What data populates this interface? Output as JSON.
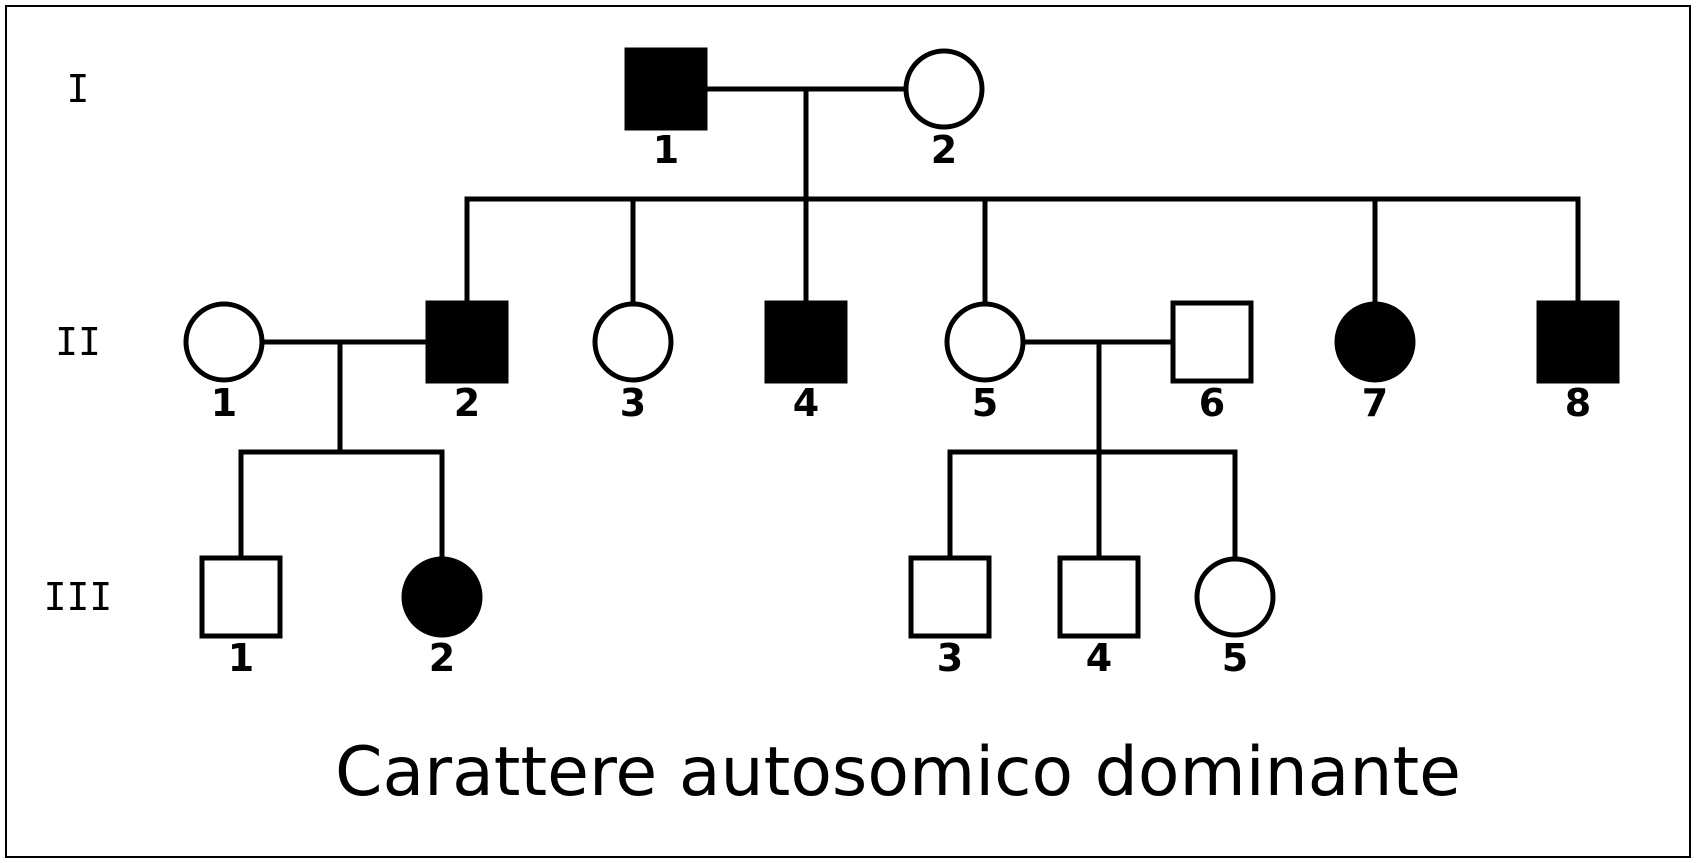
{
  "title": "Carattere autosomico dominante",
  "colors": {
    "affected": "#000000",
    "unaffected": "#ffffff",
    "stroke": "#000000"
  },
  "generations": [
    {
      "label": "I",
      "individuals": [
        {
          "id": "I-1",
          "label": "1",
          "sex": "male",
          "affected": true
        },
        {
          "id": "I-2",
          "label": "2",
          "sex": "female",
          "affected": false
        }
      ]
    },
    {
      "label": "II",
      "individuals": [
        {
          "id": "II-1",
          "label": "1",
          "sex": "female",
          "affected": false
        },
        {
          "id": "II-2",
          "label": "2",
          "sex": "male",
          "affected": true
        },
        {
          "id": "II-3",
          "label": "3",
          "sex": "female",
          "affected": false
        },
        {
          "id": "II-4",
          "label": "4",
          "sex": "male",
          "affected": true
        },
        {
          "id": "II-5",
          "label": "5",
          "sex": "female",
          "affected": false
        },
        {
          "id": "II-6",
          "label": "6",
          "sex": "male",
          "affected": false
        },
        {
          "id": "II-7",
          "label": "7",
          "sex": "female",
          "affected": true
        },
        {
          "id": "II-8",
          "label": "8",
          "sex": "male",
          "affected": true
        }
      ]
    },
    {
      "label": "III",
      "individuals": [
        {
          "id": "III-1",
          "label": "1",
          "sex": "male",
          "affected": false
        },
        {
          "id": "III-2",
          "label": "2",
          "sex": "female",
          "affected": true
        },
        {
          "id": "III-3",
          "label": "3",
          "sex": "male",
          "affected": false
        },
        {
          "id": "III-4",
          "label": "4",
          "sex": "male",
          "affected": false
        },
        {
          "id": "III-5",
          "label": "5",
          "sex": "female",
          "affected": false
        }
      ]
    }
  ],
  "matings": [
    {
      "partners": [
        "I-1",
        "I-2"
      ],
      "children": [
        "II-2",
        "II-3",
        "II-4",
        "II-5",
        "II-7",
        "II-8"
      ]
    },
    {
      "partners": [
        "II-1",
        "II-2"
      ],
      "children": [
        "III-1",
        "III-2"
      ]
    },
    {
      "partners": [
        "II-5",
        "II-6"
      ],
      "children": [
        "III-3",
        "III-4",
        "III-5"
      ]
    }
  ]
}
